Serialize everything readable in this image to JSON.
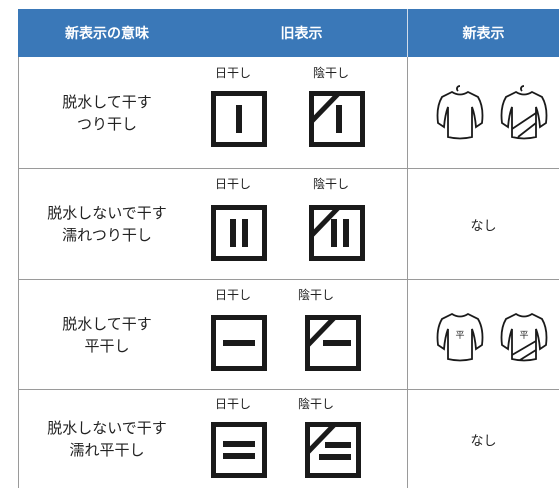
{
  "header": {
    "meaning": "新表示の意味",
    "old": "旧表示",
    "new": "新表示"
  },
  "rows": [
    {
      "meaning_line1": "脱水して干す",
      "meaning_line2": "つり干し",
      "sun_label": "日干し",
      "shade_label": "陰干し",
      "new_text": ""
    },
    {
      "meaning_line1": "脱水しないで干す",
      "meaning_line2": "濡れつり干し",
      "sun_label": "日干し",
      "shade_label": "陰干し",
      "new_text": "なし"
    },
    {
      "meaning_line1": "脱水して干す",
      "meaning_line2": "平干し",
      "sun_label": "日干し",
      "shade_label": "陰干し",
      "new_text": "",
      "shirt_mark": "平"
    },
    {
      "meaning_line1": "脱水しないで干す",
      "meaning_line2": "濡れ平干し",
      "sun_label": "日干し",
      "shade_label": "陰干し",
      "new_text": "なし"
    }
  ],
  "colors": {
    "header_bg": "#3a78b8",
    "grid": "#9a9a9a",
    "ink": "#1a1a1a"
  },
  "icons": [
    "hanging-dry-icon",
    "hanging-dry-shade-icon",
    "drip-dry-icon",
    "drip-dry-shade-icon",
    "flat-dry-icon",
    "flat-dry-shade-icon",
    "flat-drip-dry-icon",
    "flat-drip-dry-shade-icon",
    "shirt-hanging-icon",
    "shirt-hanging-shade-icon",
    "shirt-flat-icon",
    "shirt-flat-shade-icon"
  ]
}
